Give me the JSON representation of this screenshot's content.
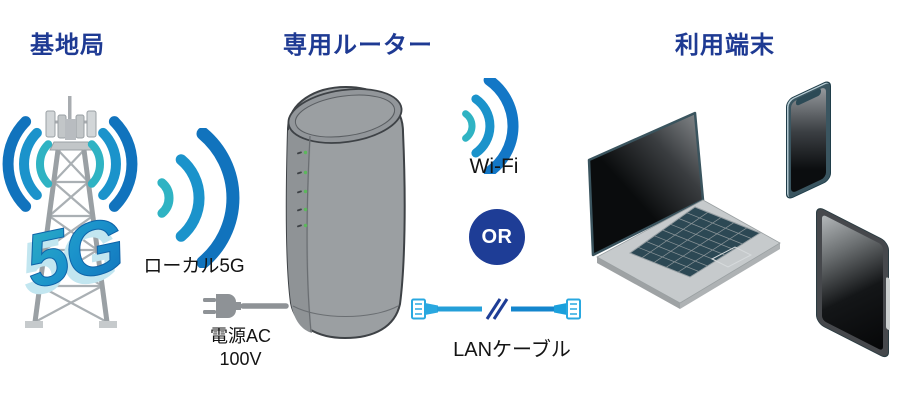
{
  "titles": {
    "base_station": "基地局",
    "router": "専用ルーター",
    "devices": "利用端末"
  },
  "labels": {
    "tower_badge": "5G",
    "local5g": "ローカル5G",
    "power_line1": "電源AC",
    "power_line2": "100V",
    "wifi": "Wi-Fi",
    "or": "OR",
    "lan": "LANケーブル"
  },
  "icons": {
    "tower": "5g-base-station-tower-icon",
    "local5g_waves": "radio-wave-arcs-icon",
    "router": "standing-router-icon",
    "plug": "ac-power-plug-icon",
    "wifi_waves": "wifi-signal-icon",
    "lan_cable": "lan-cable-icon",
    "laptop": "laptop-icon",
    "phone": "smartphone-icon",
    "tablet": "tablet-icon"
  },
  "colors": {
    "title_navy": "#1e3a93",
    "wave_teal": "#2fb3c3",
    "wave_mid_blue": "#1b93cb",
    "wave_deep_blue": "#1173bd",
    "or_badge_bg": "#1e3d96",
    "cable_light_blue": "#249fd8",
    "cable_deep_blue": "#1486cd",
    "router_gray": "#9b9fa2",
    "text_black": "#141414"
  }
}
